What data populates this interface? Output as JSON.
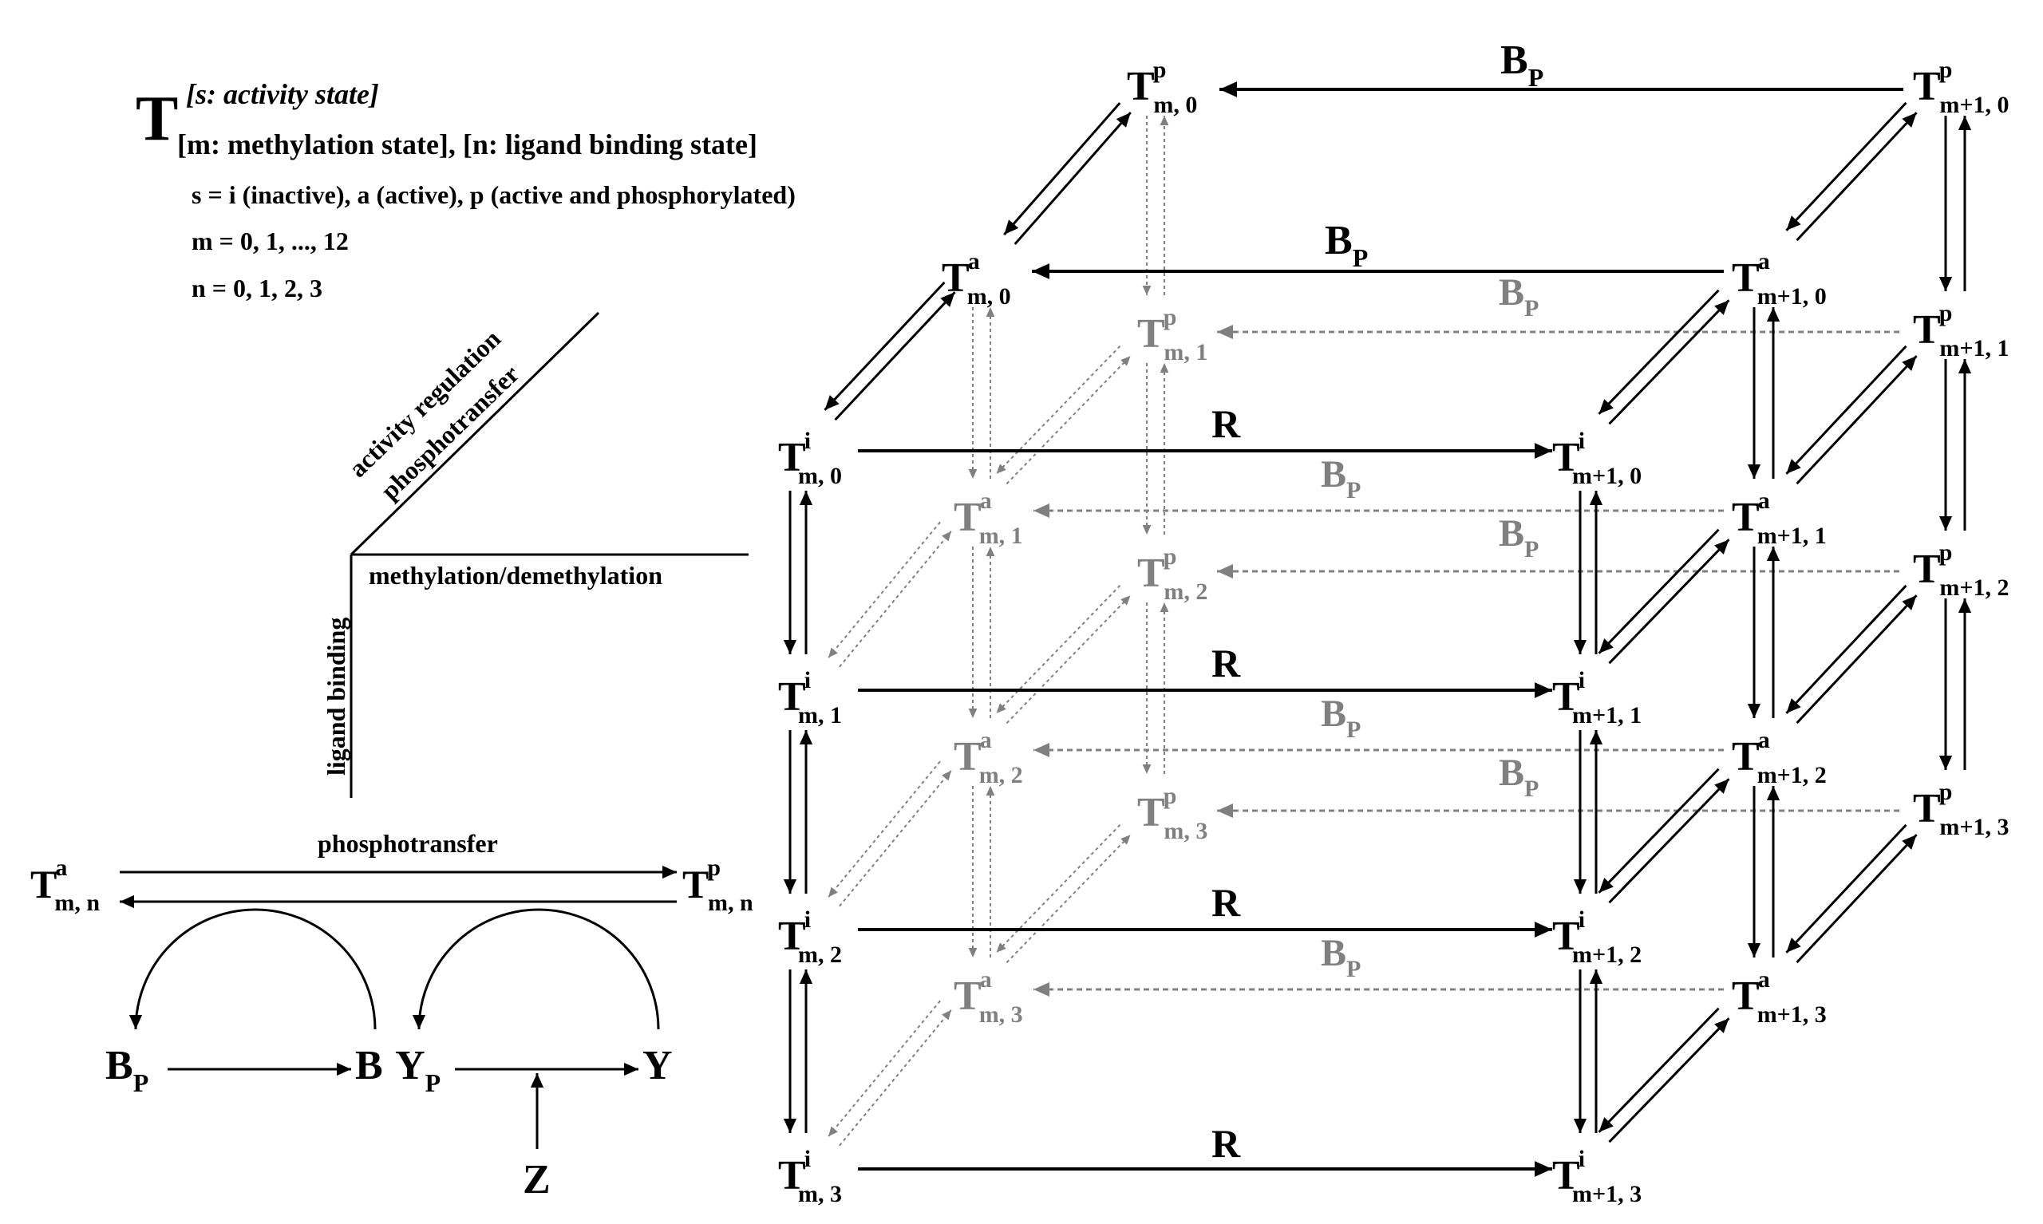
{
  "header": {
    "T": "T",
    "sup_text": "[s: activity state]",
    "sub_m": "[m: methylation state]",
    "sub_sep": ", ",
    "sub_n": "[n: ligand binding state]",
    "s_def": "s = i (inactive), a (active), p (active and phosphorylated)",
    "m_def": "m = 0, 1, ..., 12",
    "n_def": "n = 0, 1, 2, 3"
  },
  "axes": {
    "diag_line1": "activity regulation",
    "diag_line2": "phosphotransfer",
    "horizontal": "methylation/demethylation",
    "vertical": "ligand binding"
  },
  "scheme": {
    "phosphotransfer": "phosphotransfer",
    "Ta_sup": "a",
    "Ta_sub": "m, n",
    "Tp_sup": "p",
    "Tp_sub": "m, n",
    "Bp": "B",
    "Bp_sub": "P",
    "B": "B",
    "Yp": "Y",
    "Yp_sub": "P",
    "Y": "Y",
    "Z": "Z"
  },
  "edge_labels": {
    "R": "R",
    "B": "B",
    "P": "P"
  },
  "nodes": {
    "Ti_m": [
      {
        "sup": "i",
        "sub": "m, 0"
      },
      {
        "sup": "i",
        "sub": "m, 1"
      },
      {
        "sup": "i",
        "sub": "m, 2"
      },
      {
        "sup": "i",
        "sub": "m, 3"
      }
    ],
    "Ti_m1": [
      {
        "sup": "i",
        "sub": "m+1, 0"
      },
      {
        "sup": "i",
        "sub": "m+1, 1"
      },
      {
        "sup": "i",
        "sub": "m+1, 2"
      },
      {
        "sup": "i",
        "sub": "m+1, 3"
      }
    ],
    "Ta_m": [
      {
        "sup": "a",
        "sub": "m, 0"
      },
      {
        "sup": "a",
        "sub": "m, 1"
      },
      {
        "sup": "a",
        "sub": "m, 2"
      },
      {
        "sup": "a",
        "sub": "m, 3"
      }
    ],
    "Ta_m1": [
      {
        "sup": "a",
        "sub": "m+1, 0"
      },
      {
        "sup": "a",
        "sub": "m+1, 1"
      },
      {
        "sup": "a",
        "sub": "m+1, 2"
      },
      {
        "sup": "a",
        "sub": "m+1, 3"
      }
    ],
    "Tp_m": [
      {
        "sup": "p",
        "sub": "m, 0"
      },
      {
        "sup": "p",
        "sub": "m, 1"
      },
      {
        "sup": "p",
        "sub": "m, 2"
      },
      {
        "sup": "p",
        "sub": "m, 3"
      }
    ],
    "Tp_m1": [
      {
        "sup": "p",
        "sub": "m+1, 0"
      },
      {
        "sup": "p",
        "sub": "m+1, 1"
      },
      {
        "sup": "p",
        "sub": "m+1, 2"
      },
      {
        "sup": "p",
        "sub": "m+1, 3"
      }
    ]
  },
  "colors": {
    "front": "#000000",
    "hidden": "#808080"
  }
}
